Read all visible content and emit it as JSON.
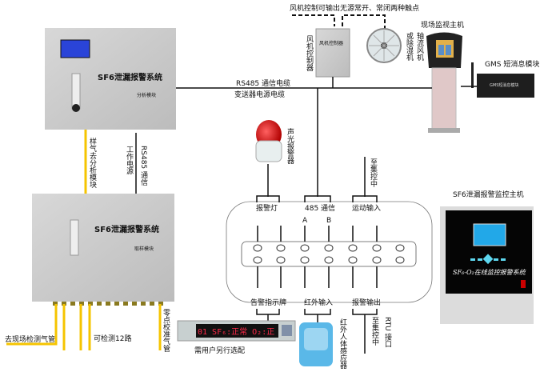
{
  "top_note": "风机控制可输出无源常开、常闭两种触点",
  "fan_controller": {
    "label": "风机控制器",
    "plate": "风机控制器"
  },
  "fan": {
    "label_1": "轴流风机",
    "label_2": "或除湿机"
  },
  "kiosk": {
    "label": "现场监视主机"
  },
  "gms": {
    "label": "GMS 短消息模块",
    "plate": "GMS短消息模块"
  },
  "cables": {
    "rs485": "RS485 通信电缆",
    "power": "变送器电源电缆"
  },
  "analysis_unit": {
    "title": "SF6泄漏报警系统",
    "subtitle": "分析模块"
  },
  "sampling_unit": {
    "title": "SF6泄漏报警系统",
    "subtitle": "取样模块"
  },
  "links": {
    "sample_gas": "样气去分析模块",
    "work_power": "工作电源",
    "rs485_comm": "RS485 通信"
  },
  "alarm_light": {
    "label": "声光报警器"
  },
  "to_control_top": "至集控中",
  "terminal": {
    "top_labels": [
      "报警灯",
      "485 通信",
      "运动输入"
    ],
    "ab_labels": [
      "A",
      "B"
    ],
    "bottom_labels": [
      "告警指示牌",
      "红外输入",
      "报警输出"
    ]
  },
  "pipes": {
    "to_site": "去现场检测气管",
    "channels": "可检测12路",
    "zero_cal": "零点校准气管"
  },
  "led_display": {
    "text": "01 SF₆:正常 O₂:正",
    "note": "需用户另行选配"
  },
  "pir": {
    "label": "红外人体感应器"
  },
  "rtu": {
    "to_control": "至集控中",
    "interface": "RTU 接口"
  },
  "main_host": {
    "label": "SF6泄漏报警监控主机",
    "panel_text": "SF₆-O₂在线监控报警系统"
  },
  "colors": {
    "pipe": "#f5c400",
    "panel_gray": "#c8c8c8",
    "lcd_blue": "#2a44d8",
    "led_red": "#ff2a4a",
    "pir_blue": "#5ab8e8"
  }
}
